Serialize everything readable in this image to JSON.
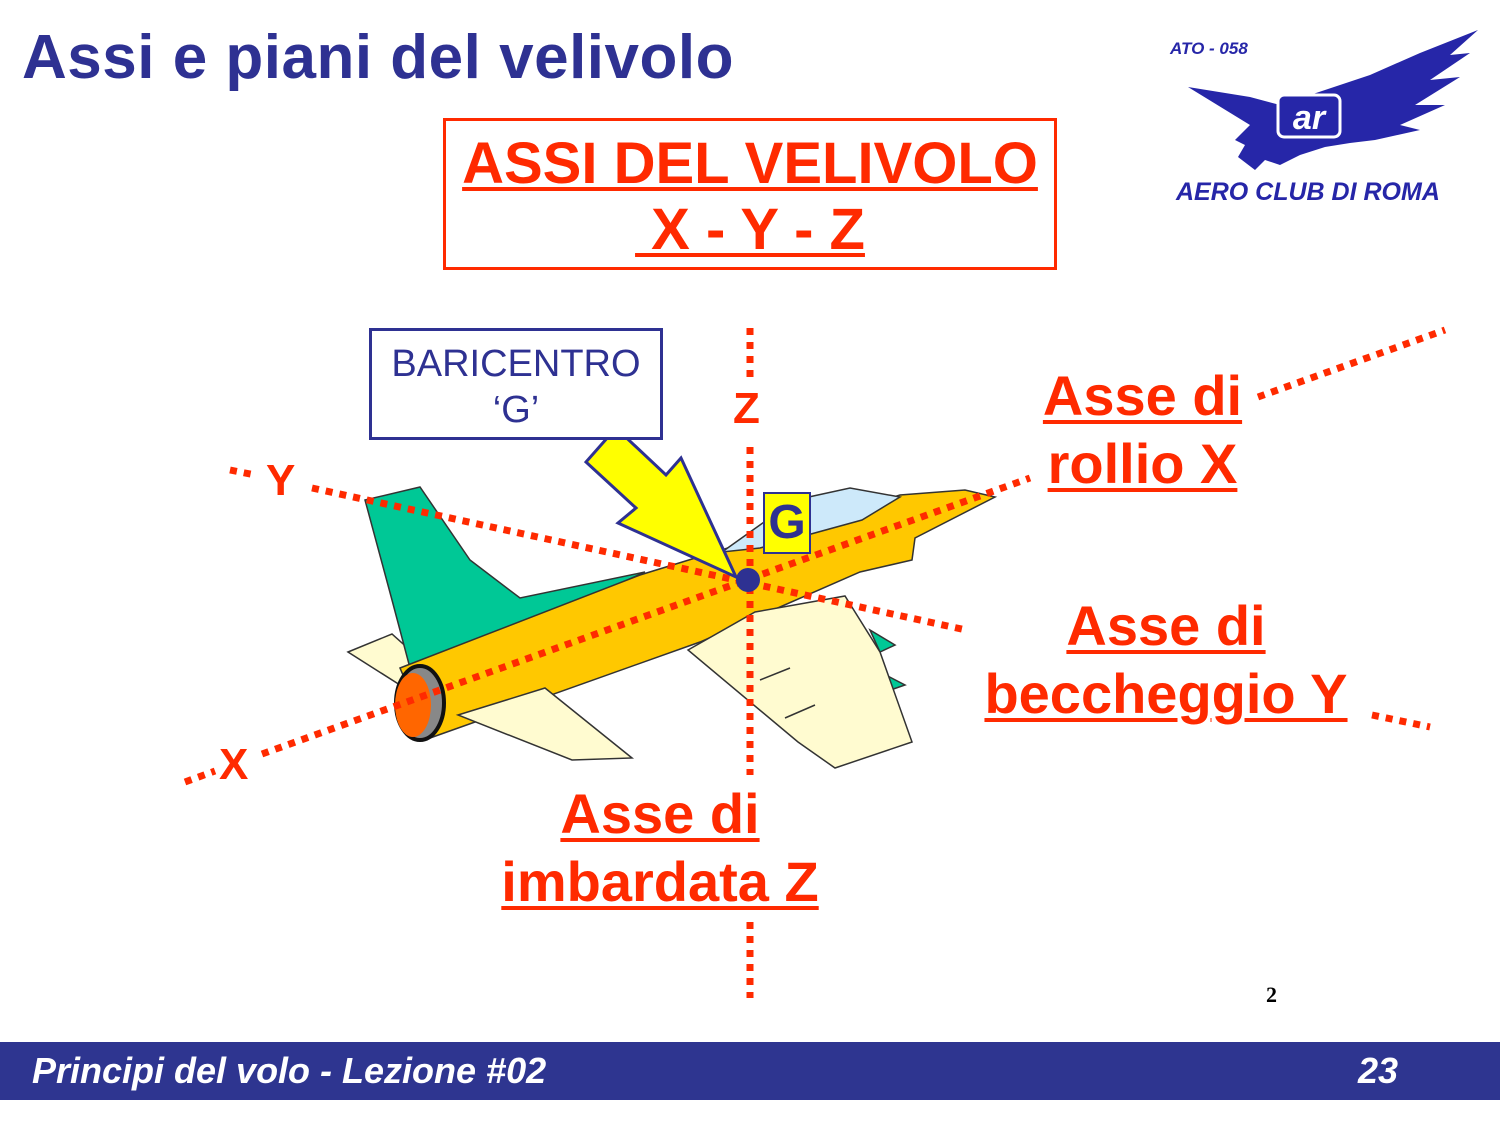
{
  "header": {
    "title": "Assi e piani del velivolo"
  },
  "logo": {
    "code": "ATO - 058",
    "name": "AERO CLUB DI ROMA",
    "monogram": "ar"
  },
  "heading_box": {
    "line1": "ASSI DEL VELIVOLO",
    "line2": " X - Y - Z"
  },
  "diagram": {
    "cg_box": {
      "line1": "BARICENTRO",
      "line2": "‘G’"
    },
    "cg_marker": "G",
    "axis_labels": {
      "x": "X",
      "y": "Y",
      "z": "Z"
    },
    "roll_axis": {
      "line1": "Asse di",
      "line2": "rollio X"
    },
    "pitch_axis": {
      "line1": "Asse di",
      "line2": "beccheggio Y"
    },
    "yaw_axis": {
      "line1": "Asse di",
      "line2": "imbardata Z"
    },
    "colors": {
      "axis": "#FF2A00",
      "fuselage": "#FFC800",
      "tail": "#00C896",
      "wings": "#FFFBD0",
      "arrow": "#FFFF00",
      "accent": "#2E3192"
    }
  },
  "page_number": "2",
  "footer": {
    "text": "Principi del volo - Lezione #02",
    "slide_number": "23",
    "color": "#2E3590"
  }
}
